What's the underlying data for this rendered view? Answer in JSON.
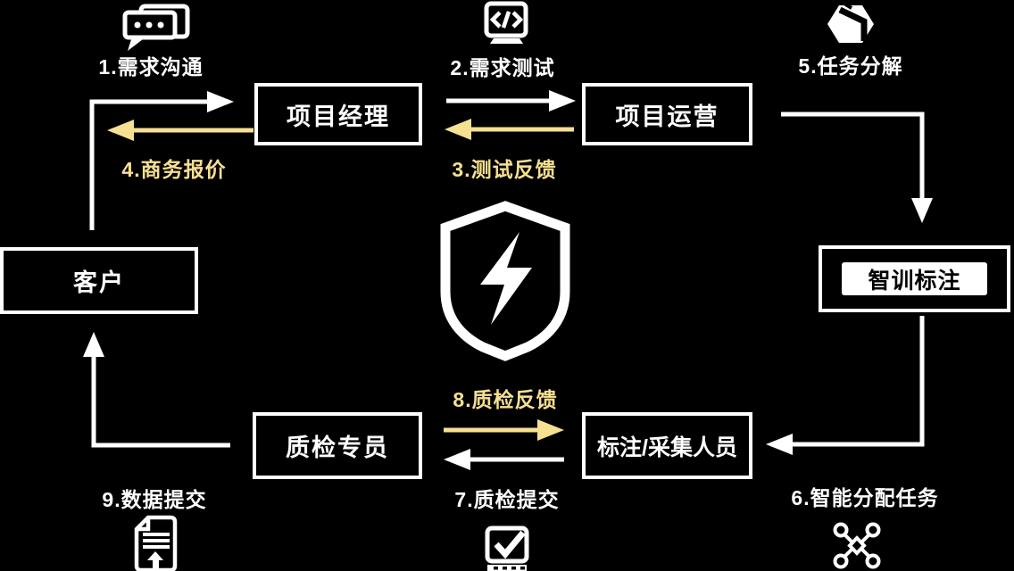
{
  "colors": {
    "background": "#000000",
    "primary": "#ffffff",
    "accent_yellow": "#f6e091",
    "logo_background": "#ffffff",
    "logo_text": "#000000"
  },
  "nodes": {
    "customer": {
      "label": "客户"
    },
    "project_manager": {
      "label": "项目经理"
    },
    "project_operation": {
      "label": "项目运营"
    },
    "platform_logo": {
      "label": "智训标注"
    },
    "qc_specialist": {
      "label": "质检专员"
    },
    "annotator": {
      "label": "标注/采集人员"
    }
  },
  "steps": {
    "s1": {
      "label": "1.需求沟通",
      "color": "#ffffff"
    },
    "s2": {
      "label": "2.需求测试",
      "color": "#ffffff"
    },
    "s3": {
      "label": "3.测试反馈",
      "color": "#f6e091"
    },
    "s4": {
      "label": "4.商务报价",
      "color": "#f6e091"
    },
    "s5": {
      "label": "5.任务分解",
      "color": "#ffffff"
    },
    "s6": {
      "label": "6.智能分配任务",
      "color": "#ffffff"
    },
    "s7": {
      "label": "7.质检提交",
      "color": "#ffffff"
    },
    "s8": {
      "label": "8.质检反馈",
      "color": "#f6e091"
    },
    "s9": {
      "label": "9.数据提交",
      "color": "#ffffff"
    }
  },
  "icons": {
    "chat": "chat-bubbles-icon",
    "code": "code-window-icon",
    "cube": "cube-box-icon",
    "shield": "shield-lightning-icon",
    "document": "document-upload-icon",
    "check": "checklist-icon",
    "network": "smart-dispatch-network-icon"
  }
}
